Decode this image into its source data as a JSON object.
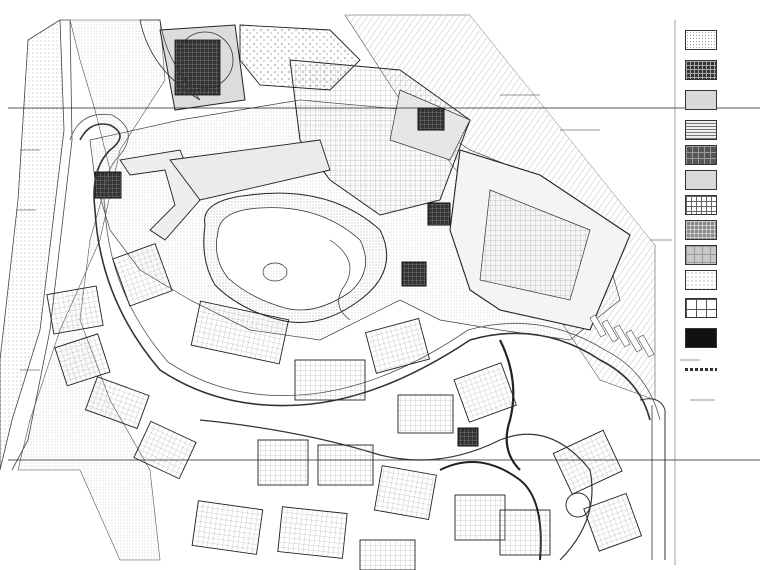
{
  "colors": {
    "line": "#333333",
    "paving_dot": "#9a9a9a",
    "dark_fill": "#222222",
    "water": "#ffffff"
  },
  "legend": {
    "items": [
      {
        "icon": "paving-dots-swatch"
      },
      {
        "icon": "paving-dark-cross-swatch"
      },
      {
        "icon": "paving-gray-swatch"
      },
      {
        "icon": "paving-stripe-swatch"
      },
      {
        "icon": "paving-dark-square-swatch"
      },
      {
        "icon": "paving-fine-dots-swatch"
      },
      {
        "icon": "paving-grid-swatch"
      },
      {
        "icon": "paving-cross-swatch"
      },
      {
        "icon": "paving-light-swatch"
      },
      {
        "icon": "paving-lines-swatch"
      },
      {
        "icon": "paving-cell-swatch"
      },
      {
        "icon": "paving-black-swatch"
      },
      {
        "icon": "paving-dash-swatch"
      }
    ]
  }
}
